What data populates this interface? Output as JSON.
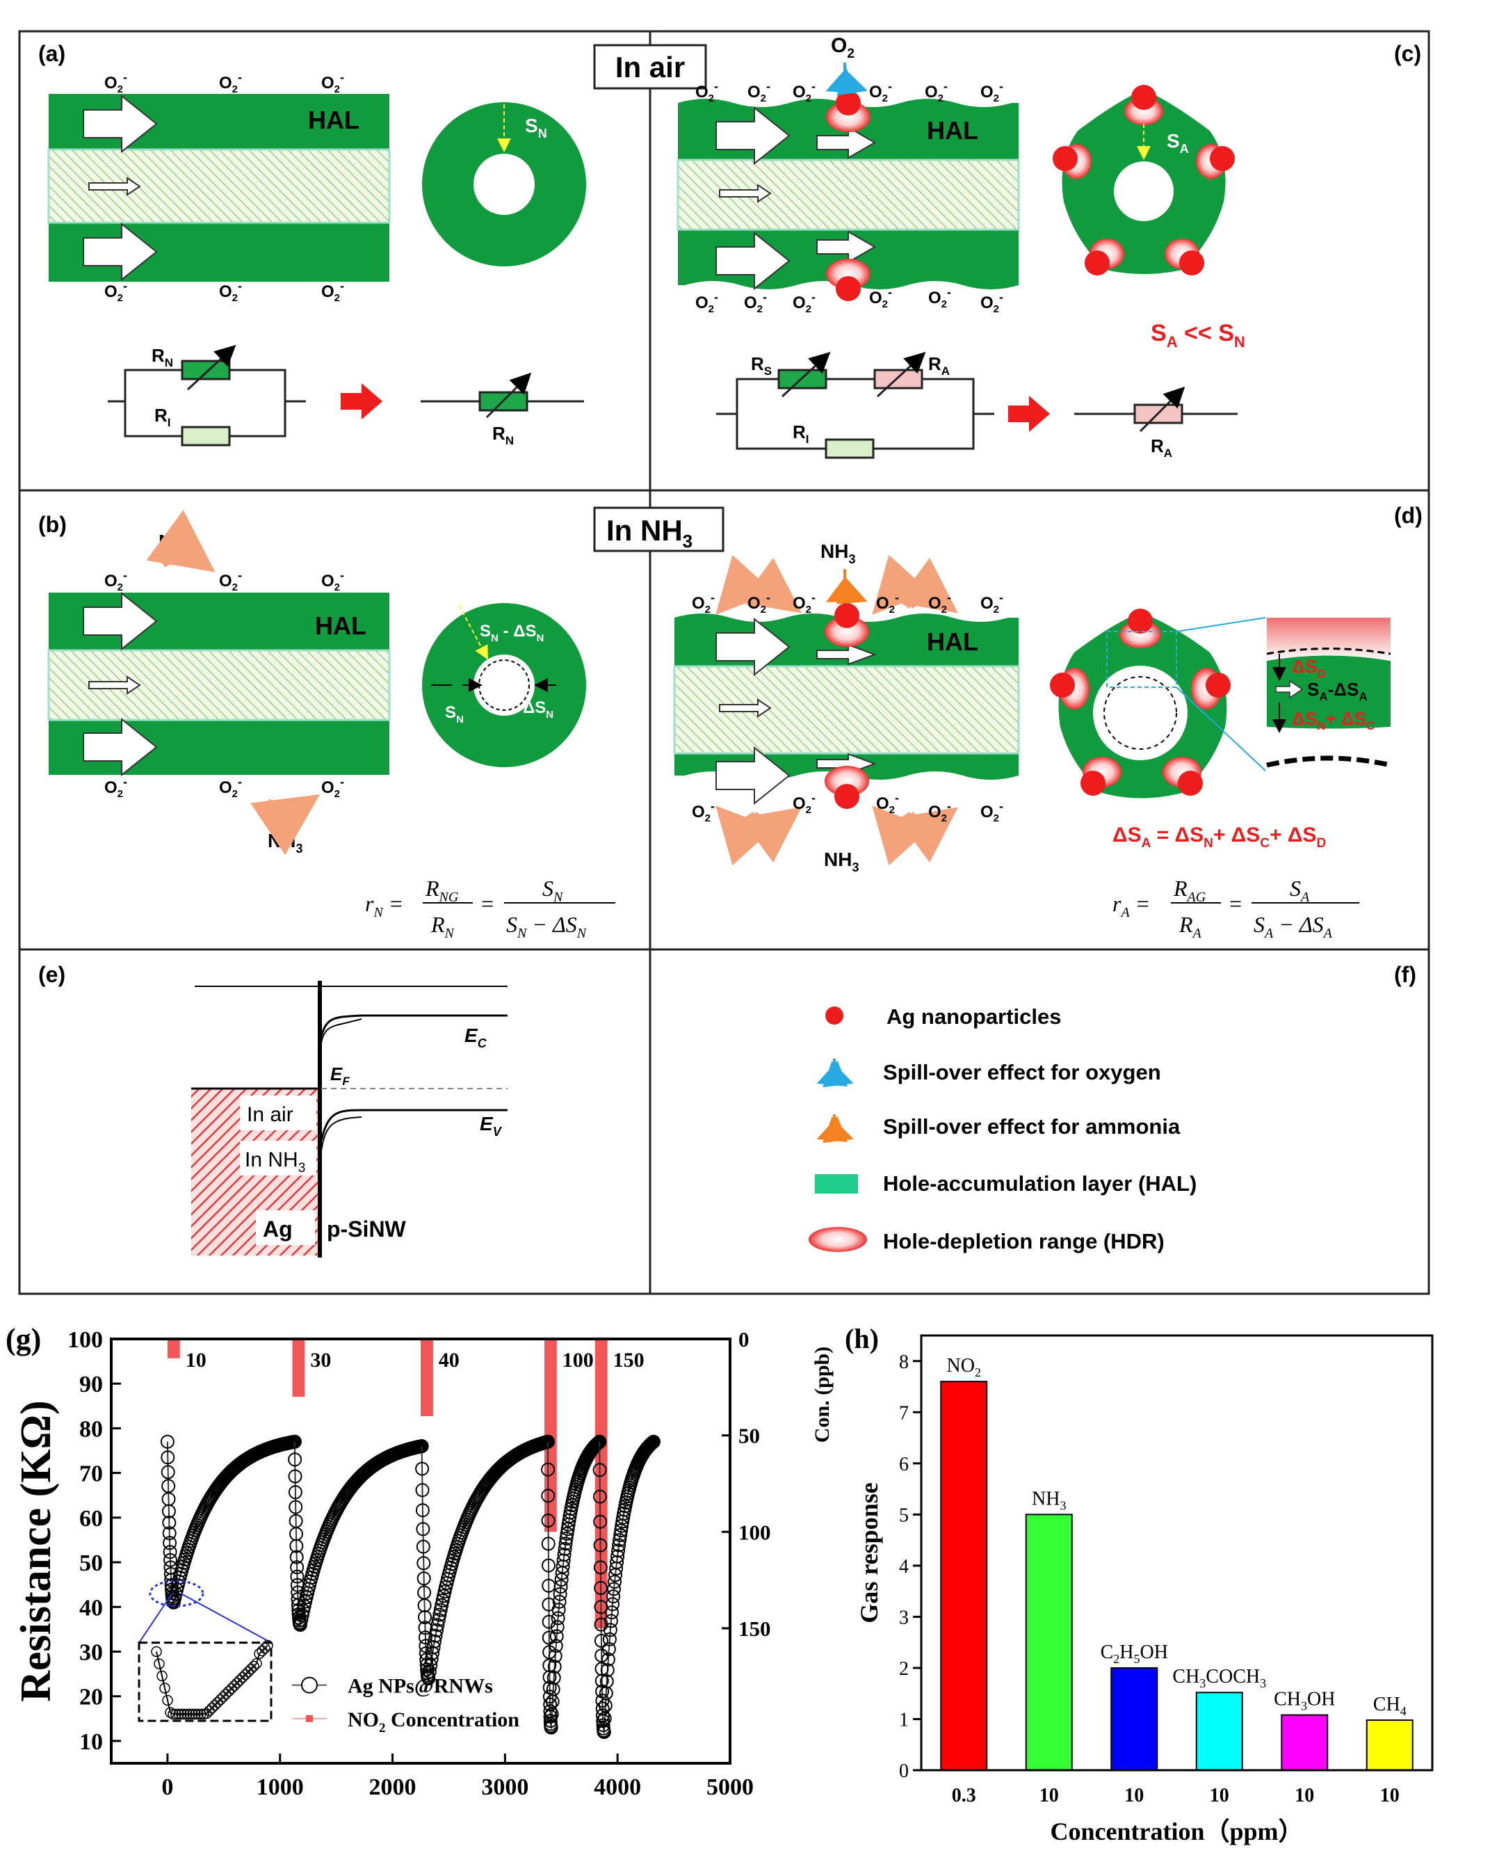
{
  "panels": {
    "a": "(a)",
    "b": "(b)",
    "c": "(c)",
    "d": "(d)",
    "e": "(e)",
    "f": "(f)",
    "g": "(g)",
    "h": "(h)"
  },
  "headers": {
    "in_air": "In air",
    "in_nh3": "In NH",
    "in_nh3_sub": "3"
  },
  "labels": {
    "o2": "O",
    "o2_sub": "2",
    "o2_sup": "-",
    "hal": "HAL",
    "nh": "NH",
    "nh_sub": "3",
    "S": "S",
    "sub_N": "N",
    "sub_A": "A",
    "sub_C": "C",
    "sub_D": "D",
    "R": "R",
    "sub_I": "I",
    "sub_S": "S",
    "sa_sn": "S  << S",
    "delta": "Δ",
    "ds_sum": "ΔS  = ΔS + ΔS + ΔS",
    "sa_minus": "S -ΔS",
    "sn_plus": "ΔS + ΔS"
  },
  "formulas": {
    "rN": "r  =  R  /  R  =  S  /  (S  − ΔS )",
    "rA": "r  =  R  /  R  =  S  /  (S  − ΔS )"
  },
  "band": {
    "ec": "E",
    "ec_sub": "C",
    "ef": "E",
    "ef_sub": "F",
    "ev": "E",
    "ev_sub": "V",
    "in_air": "In air",
    "in_nh3": "In NH",
    "in_nh3_sub": "3",
    "ag": "Ag",
    "psinw": "p-SiNW"
  },
  "legend": {
    "items": [
      {
        "label": "Ag nanoparticles",
        "icon": "red-dot-icon"
      },
      {
        "label": "Spill-over effect for oxygen",
        "icon": "blue-spillover-icon"
      },
      {
        "label": "Spill-over effect for ammonia",
        "icon": "orange-spillover-icon"
      },
      {
        "label": "Hole-accumulation layer (HAL)",
        "icon": "green-rect-icon"
      },
      {
        "label": "Hole-depletion range (HDR)",
        "icon": "pink-ellipse-icon"
      }
    ]
  },
  "colors": {
    "green": "#0f9b3e",
    "light_green": "#d9efc9",
    "red": "#ee1c1c",
    "pink": "#f7b5b5",
    "blue": "#27a9e1",
    "orange": "#f4a27a",
    "legend_green": "#1fce8a"
  },
  "chart_data": [
    {
      "panel": "g",
      "type": "line",
      "ylabel": "Resistance (KΩ)",
      "y2label": "Con. (ppb)",
      "xlim": [
        -500,
        5000
      ],
      "ylim": [
        5,
        100
      ],
      "x_ticks": [
        0,
        1000,
        2000,
        3000,
        4000,
        5000
      ],
      "y_ticks": [
        10,
        20,
        30,
        40,
        50,
        60,
        70,
        80,
        90,
        100
      ],
      "y2_ticks": [
        0,
        50,
        100,
        150
      ],
      "y2lim": [
        0,
        220
      ],
      "series": [
        {
          "name": "Ag NPs@RNWs",
          "cycles": [
            {
              "t_on": 0,
              "r_start": 77,
              "r_min": 41,
              "t_min": 55,
              "t_end": 1130,
              "r_end": 77
            },
            {
              "t_on": 1130,
              "r_start": 77,
              "r_min": 36,
              "t_min": 1180,
              "t_end": 2260,
              "r_end": 76
            },
            {
              "t_on": 2260,
              "r_start": 76,
              "r_min": 24,
              "t_min": 2320,
              "t_end": 3380,
              "r_end": 77
            },
            {
              "t_on": 3380,
              "r_start": 77,
              "r_min": 13,
              "t_min": 3410,
              "t_end": 3840,
              "r_end": 77
            },
            {
              "t_on": 3840,
              "r_start": 77,
              "r_min": 12,
              "t_min": 3880,
              "t_end": 4320,
              "r_end": 77
            }
          ]
        },
        {
          "name": "NO Concentration",
          "name_sub": "2",
          "pulses": [
            {
              "t": 0,
              "width": 110,
              "ppb": 10,
              "label": "10"
            },
            {
              "t": 1110,
              "width": 110,
              "ppb": 30,
              "label": "30"
            },
            {
              "t": 2250,
              "width": 110,
              "ppb": 40,
              "label": "40"
            },
            {
              "t": 3350,
              "width": 110,
              "ppb": 100,
              "label": "100"
            },
            {
              "t": 3800,
              "width": 110,
              "ppb": 150,
              "label": "150"
            }
          ]
        }
      ]
    },
    {
      "panel": "h",
      "type": "bar",
      "ylabel": "Gas response",
      "xlabel": "Concentration（ppm）",
      "ylim": [
        0,
        8.5
      ],
      "y_ticks": [
        0,
        1,
        2,
        3,
        4,
        5,
        6,
        7,
        8
      ],
      "categories": [
        "0.3",
        "10",
        "10",
        "10",
        "10",
        "10"
      ],
      "gases": [
        "NO",
        "NH",
        "C H OH",
        "CH COCH",
        "CH OH",
        "CH"
      ],
      "gas_subs": [
        [
          "2"
        ],
        [
          "3"
        ],
        [
          "2",
          "5"
        ],
        [
          "3",
          "3"
        ],
        [
          "3"
        ],
        [
          "4"
        ]
      ],
      "values": [
        7.6,
        5.0,
        2.0,
        1.52,
        1.08,
        0.98
      ],
      "colors": [
        "#ff0000",
        "#33ff33",
        "#0000ff",
        "#00ffff",
        "#ff00ff",
        "#ffff00"
      ]
    }
  ]
}
